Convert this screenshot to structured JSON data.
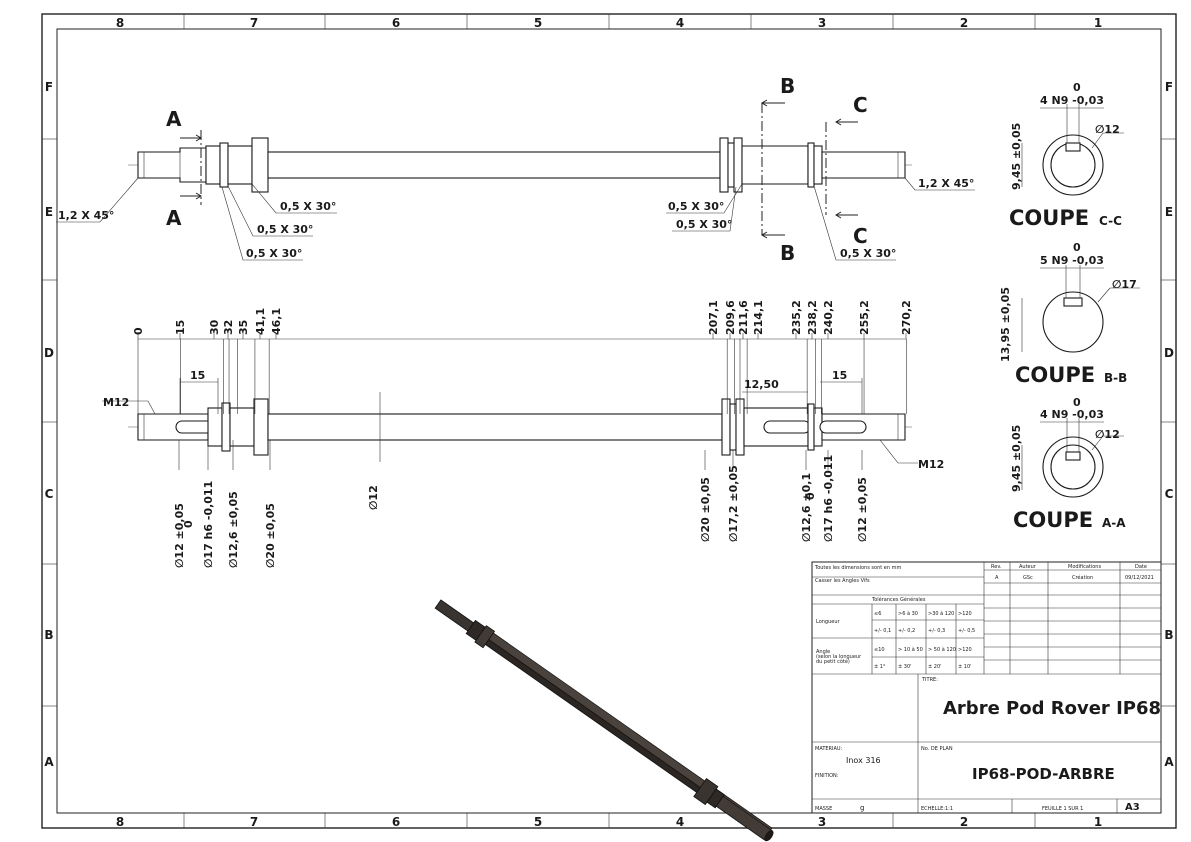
{
  "zones": {
    "columns": [
      "8",
      "7",
      "6",
      "5",
      "4",
      "3",
      "2",
      "1"
    ],
    "rows": [
      "F",
      "E",
      "D",
      "C",
      "B",
      "A"
    ]
  },
  "top_view": {
    "section_a": "A",
    "section_b": "B",
    "section_c": "C",
    "chamfer_left": "1,2 X 45°",
    "chamfer_right": "1,2 X 45°",
    "groove_1": "0,5 X 30°",
    "groove_2": "0,5 X 30°",
    "groove_3": "0,5 X 30°",
    "groove_4": "0,5 X 30°",
    "groove_5": "0,5 X 30°",
    "groove_6": "0,5 X 30°"
  },
  "main_view": {
    "positions_left": [
      "0",
      "15",
      "30",
      "32",
      "35",
      "41,1",
      "46,1"
    ],
    "positions_right": [
      "207,1",
      "209,6",
      "211,6",
      "214,1",
      "235,2",
      "238,2",
      "240,2",
      "255,2",
      "270,2"
    ],
    "len_15_left": "15",
    "len_15_right": "15",
    "len_12_50": "12,50",
    "thread_left": "M12",
    "thread_right": "M12",
    "dia_mid": "∅12",
    "dia_left": [
      "∅12 ±0,05",
      "∅17 h6 -0,011",
      "∅12,6 ±0,05",
      "∅20 ±0,05"
    ],
    "dia_left_tol0": "0",
    "dia_right": [
      "∅20 ±0,05",
      "∅17,2 ±0,05",
      "∅12,6 ±0,1",
      "∅17 h6 -0,011",
      "∅12 ±0,05"
    ],
    "dia_right_tol0": "0"
  },
  "sections": [
    {
      "title": "COUPE",
      "suffix": "C-C",
      "key": "4 N9 -0,03",
      "key_upper": "0",
      "depth": "9,45 ±0,05",
      "dia": "∅12"
    },
    {
      "title": "COUPE",
      "suffix": "B-B",
      "key": "5 N9 -0,03",
      "key_upper": "0",
      "depth": "13,95 ±0,05",
      "dia": "∅17"
    },
    {
      "title": "COUPE",
      "suffix": "A-A",
      "key": "4 N9 -0,03",
      "key_upper": "0",
      "depth": "9,45 ±0,05",
      "dia": "∅12"
    }
  ],
  "title_block": {
    "note1": "Toutes les dimensions sont en mm",
    "note2": "Casser les Angles Vifs",
    "rev_h": "Rev.",
    "auteur_h": "Auteur",
    "modif_h": "Modifications",
    "date_h": "Date",
    "rev": "A",
    "auteur": "GSc",
    "modif": "Création",
    "date": "09/12/2021",
    "tol_title": "Tolérances Générales",
    "longueur": "Longueur",
    "l_h": [
      "≤6",
      ">6 à 30",
      ">30 à 120",
      ">120"
    ],
    "l_v": [
      "+/- 0,1",
      "+/- 0,2",
      "+/- 0,3",
      "+/- 0,5"
    ],
    "angle": "Angle",
    "angle_sub1": "(selon la longueur",
    "angle_sub2": "du petit côté)",
    "a_h": [
      "≤10",
      "> 10 à 50",
      "> 50 à 120",
      ">120"
    ],
    "a_v": [
      "± 1°",
      "± 30'",
      "± 20'",
      "± 10'"
    ],
    "titre_label": "TITRE:",
    "titre": "Arbre Pod Rover IP68",
    "materiau_label": "MATERIAU:",
    "materiau": "Inox 316",
    "finition_label": "FINITION:",
    "plan_label": "No. DE PLAN",
    "plan": "IP68-POD-ARBRE",
    "masse_label": "MASSE",
    "masse_unit": "g",
    "echelle": "ECHELLE:1:1",
    "feuille": "FEUILLE 1 SUR 1",
    "format": "A3"
  }
}
